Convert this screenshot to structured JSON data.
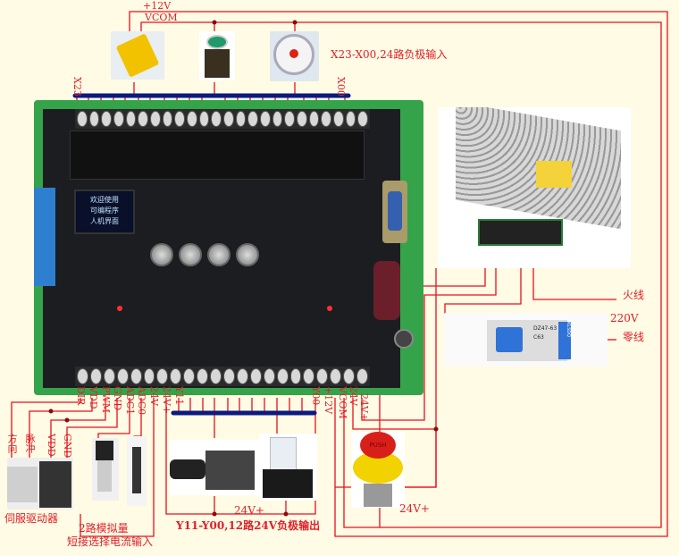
{
  "top": {
    "plus12v": "+12V",
    "vcom": "VCOM",
    "input_title": "X23-X00,24路负极输入",
    "x23": "X23",
    "x00": "X00"
  },
  "board": {
    "oled_lines": [
      "欢迎使用",
      "可编程序",
      "人机界面"
    ]
  },
  "power": {
    "live": "火线",
    "voltage": "220V",
    "neutral": "零线",
    "breaker_brand": "KLSDQ",
    "breaker_model": "DZ47-63",
    "breaker_rating": "C63"
  },
  "bottom_terminals": [
    "DIR",
    "VDD",
    "PWM",
    "GND",
    "ADC1",
    "ADC0",
    "24V-",
    "24V+",
    "Y11",
    "Y00",
    "+12V",
    "VCOM",
    "24V-",
    "24V+"
  ],
  "servo": {
    "labels": [
      "方向",
      "脉冲",
      "VDD",
      "GND"
    ],
    "caption": "伺服驱动器"
  },
  "analog": {
    "caption1": "2路模拟量",
    "caption2": "短接选择电流输入"
  },
  "outputs": {
    "v24_label": "24V+",
    "caption": "Y11-Y00,12路24V负极输出"
  },
  "estop": {
    "v24_label": "24V+",
    "push": "PUSH"
  }
}
